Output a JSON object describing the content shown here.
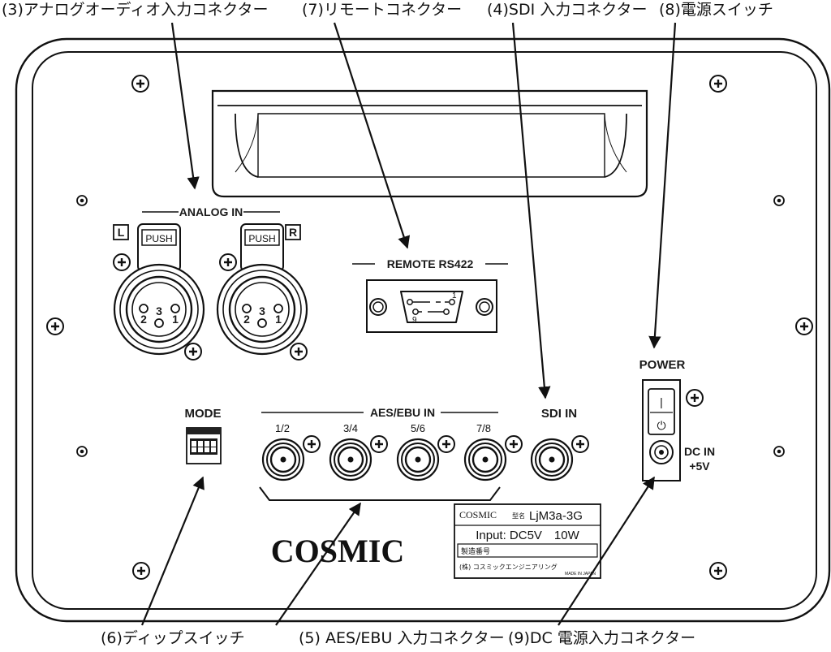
{
  "callouts": {
    "top": [
      "(3)アナログオーディオ入力コネクター",
      "(7)リモートコネクター",
      "(4)SDI 入力コネクター",
      "(8)電源スイッチ"
    ],
    "bottom": [
      "(6)ディップスイッチ",
      "(5) AES/EBU 入力コネクター",
      "(9)DC 電源入力コネクター"
    ]
  },
  "panel": {
    "analog_in": "ANALOG IN",
    "left_channel": "L",
    "right_channel": "R",
    "push": "PUSH",
    "xlr_pins": [
      "2",
      "3",
      "1"
    ],
    "remote": "REMOTE RS422",
    "dsub_pins": [
      "1",
      "9"
    ],
    "mode": "MODE",
    "aes_ebu_in": "AES/EBU IN",
    "aes_channels": [
      "1/2",
      "3/4",
      "5/6",
      "7/8"
    ],
    "sdi_in": "SDI IN",
    "power": "POWER",
    "switch_on": "|",
    "switch_standby": "⏻",
    "dc_in": "DC IN",
    "dc_voltage": "+5V",
    "brand": "COSMIC"
  },
  "nameplate": {
    "brand": "COSMIC",
    "model_label": "型名",
    "model": "LjM3a-3G",
    "input": "Input: DC5V　10W",
    "serial_label": "製造番号",
    "maker": "(株) コスミックエンジニアリング",
    "made_in": "MADE IN JAPAN"
  }
}
